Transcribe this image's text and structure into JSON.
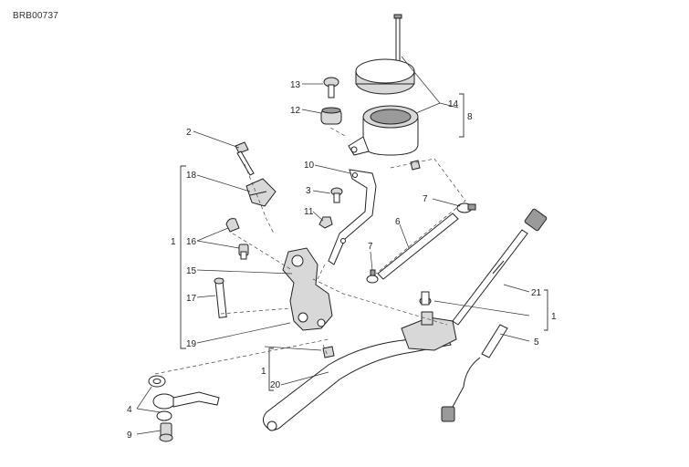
{
  "drawing_code": "BRB00737",
  "callouts": {
    "c13": "13",
    "c12": "12",
    "c14": "14",
    "c8": "8",
    "c2": "2",
    "c10": "10",
    "c18": "18",
    "c3": "3",
    "c7a": "7",
    "c11": "11",
    "c6": "6",
    "c1a": "1",
    "c16": "16",
    "c7b": "7",
    "c15": "15",
    "c17": "17",
    "c21": "21",
    "c1b": "1",
    "c19": "19",
    "c5": "5",
    "c1c": "1",
    "c20": "20",
    "c4": "4",
    "c9": "9"
  }
}
